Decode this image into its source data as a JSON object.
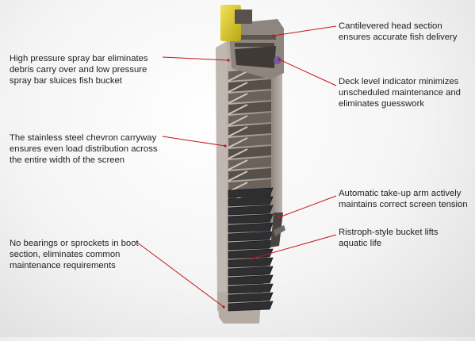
{
  "callouts": [
    {
      "id": "cantilevered-head",
      "text": "Cantilevered head section\nensures accurate fish delivery"
    },
    {
      "id": "deck-level-indicator",
      "text": "Deck level indicator minimizes\nunscheduled maintenance and\neliminates guesswork"
    },
    {
      "id": "take-up-arm",
      "text": "Automatic take-up arm actively\nmaintains correct screen tension"
    },
    {
      "id": "bucket-lifts",
      "text": "Ristroph-style bucket lifts\naquatic life"
    },
    {
      "id": "spray-bar",
      "text": "High pressure spray bar eliminates\ndebris carry over and low pressure\nspray bar sluices fish bucket"
    },
    {
      "id": "chevron-carryway",
      "text": "The stainless steel chevron carryway\nensures even load distribution across\nthe entire width of the screen"
    },
    {
      "id": "no-bearings",
      "text": "No bearings or sprockets in boot\nsection, eliminates common\nmaintenance requirements"
    }
  ],
  "colors": {
    "leader_line": "#c4161c",
    "frame": "#a79e96",
    "frame_dark": "#7d756e",
    "bucket": "#2f2f32",
    "motor": "#e2cf2a"
  }
}
